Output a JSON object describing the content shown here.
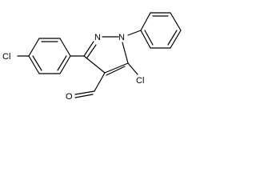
{
  "atoms": {
    "chlorine_top_left": "Cl",
    "chlorine_ring": "Cl",
    "nitrogen_upper": "N",
    "nitrogen_right": "N",
    "aldehyde_oxygen": "O"
  }
}
